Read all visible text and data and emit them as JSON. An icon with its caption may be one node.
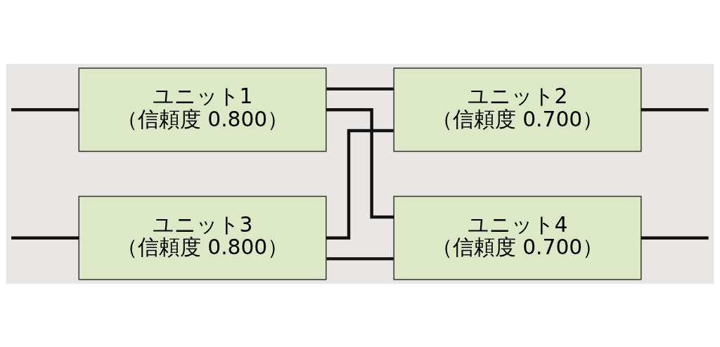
{
  "diagram": {
    "nodes": [
      {
        "text": [
          "ユニット1",
          "（信頼度 0.800）"
        ]
      },
      {
        "text": [
          "ユニット2",
          "（信頼度 0.700）"
        ]
      },
      {
        "text": [
          "ユニット3",
          "（信頼度 0.800）"
        ]
      },
      {
        "text": [
          "ユニット4",
          "（信頼度 0.700）"
        ]
      }
    ],
    "edges": [
      {
        "from": null,
        "to": 0,
        "arrow": "none"
      },
      {
        "from": null,
        "to": 2,
        "arrow": "none"
      },
      {
        "from": 0,
        "to": 1,
        "arrow": "none"
      },
      {
        "from": 0,
        "to": 3,
        "arrow": "none"
      },
      {
        "from": 2,
        "to": 1,
        "arrow": "none"
      },
      {
        "from": 2,
        "to": 3,
        "arrow": "none"
      },
      {
        "from": 1,
        "to": null,
        "arrow": "none"
      },
      {
        "from": 3,
        "to": null,
        "arrow": "none"
      }
    ]
  }
}
